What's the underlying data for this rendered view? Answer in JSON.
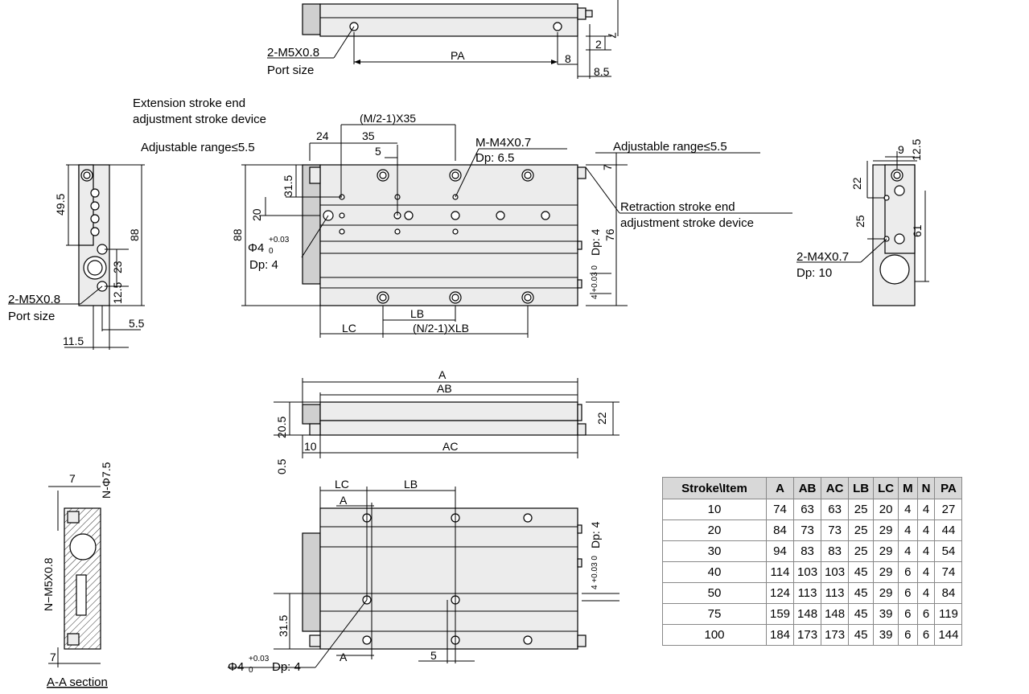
{
  "labels": {
    "port_top": "2-M5X0.8",
    "port_top_sub": "Port size",
    "pa": "PA",
    "d7_top": "7",
    "d2_top": "2",
    "d8_top": "8",
    "d85_top": "8.5",
    "extension_line1": "Extension stroke end",
    "extension_line2": "adjustment stroke device",
    "adj_range_left": "Adjustable range≤5.5",
    "adj_range_right": "Adjustable range≤5.5",
    "m_pitch": "(M/2-1)X35",
    "d24": "24",
    "d35": "35",
    "d5_mid": "5",
    "m_thread": "M-M4X0.7",
    "m_thread_dp": "Dp: 6.5",
    "d7_main": "7",
    "retraction_line1": "Retraction stroke end",
    "retraction_line2": "adjustment stroke device",
    "d315_main": "31.5",
    "d20_main": "20",
    "d88_main": "88",
    "phi_hole": "Φ4",
    "tol_plus": "+0.03",
    "tol_zero": "0",
    "phi_hole_dp": "Dp: 4",
    "dp4_right": "Dp: 4",
    "tol_right": "4 +0.03 0",
    "d76": "76",
    "lb": "LB",
    "lc": "LC",
    "n_pitch": "(N/2-1)XLB",
    "side_495": "49.5",
    "side_88": "88",
    "side_23": "23",
    "side_125": "12.5",
    "side_port": "2-M5X0.8",
    "side_port_sub": "Port size",
    "side_55": "5.5",
    "side_115": "11.5",
    "right_9": "9",
    "right_125": "12.5",
    "right_22": "22",
    "right_25": "25",
    "right_61": "61",
    "right_thread": "2-M4X0.7",
    "right_thread_dp": "Dp: 10",
    "a_label": "A",
    "ab_label": "AB",
    "ac_label": "AC",
    "d205": "20.5",
    "d22_bottom": "22",
    "d05": "0.5",
    "d10": "10",
    "sec_7_top": "7",
    "sec_n_phi": "N-Φ7.5",
    "sec_n_m5": "N−M5X0.8",
    "sec_7_bottom": "7",
    "sec_title": "A-A section",
    "bv_lc": "LC",
    "bv_lb": "LB",
    "bv_a_top": "A",
    "bv_a_bottom": "A",
    "bv_dp4": "Dp: 4",
    "bv_tol": "4 +0.03 0",
    "bv_315": "31.5",
    "bv_phi": "Φ4",
    "bv_tol_plus": "+0.03",
    "bv_tol_zero": "0",
    "bv_phi_dp": "Dp: 4",
    "bv_5": "5"
  },
  "table": {
    "headers": [
      "Stroke\\Item",
      "A",
      "AB",
      "AC",
      "LB",
      "LC",
      "M",
      "N",
      "PA"
    ],
    "rows": [
      [
        "10",
        "74",
        "63",
        "63",
        "25",
        "20",
        "4",
        "4",
        "27"
      ],
      [
        "20",
        "84",
        "73",
        "73",
        "25",
        "29",
        "4",
        "4",
        "44"
      ],
      [
        "30",
        "94",
        "83",
        "83",
        "25",
        "29",
        "4",
        "4",
        "54"
      ],
      [
        "40",
        "114",
        "103",
        "103",
        "45",
        "29",
        "6",
        "4",
        "74"
      ],
      [
        "50",
        "124",
        "113",
        "113",
        "45",
        "29",
        "6",
        "4",
        "84"
      ],
      [
        "75",
        "159",
        "148",
        "148",
        "45",
        "39",
        "6",
        "6",
        "119"
      ],
      [
        "100",
        "184",
        "173",
        "173",
        "45",
        "39",
        "6",
        "6",
        "144"
      ]
    ]
  }
}
